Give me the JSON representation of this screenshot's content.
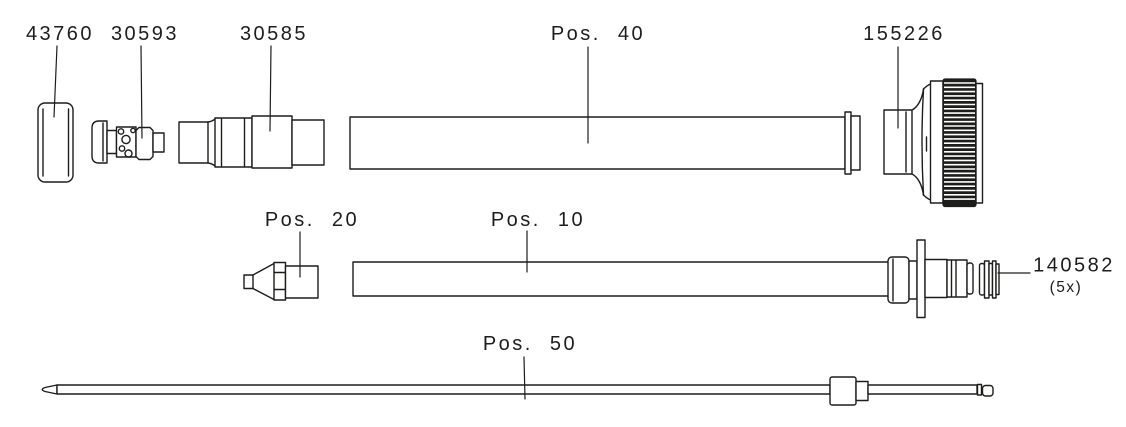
{
  "diagram": {
    "type": "exploded-parts-diagram",
    "colors": {
      "line": "#1d1d1b",
      "background": "#ffffff"
    },
    "parts": [
      {
        "id": "43760",
        "label": "43760"
      },
      {
        "id": "30593",
        "label": "30593"
      },
      {
        "id": "30585",
        "label": "30585"
      },
      {
        "id": "pos-40",
        "label": "Pos. 40"
      },
      {
        "id": "155226",
        "label": "155226"
      },
      {
        "id": "pos-20",
        "label": "Pos. 20"
      },
      {
        "id": "pos-10",
        "label": "Pos. 10"
      },
      {
        "id": "140582",
        "label": "140582",
        "quantity": "(5x)"
      },
      {
        "id": "pos-50",
        "label": "Pos. 50"
      }
    ]
  }
}
